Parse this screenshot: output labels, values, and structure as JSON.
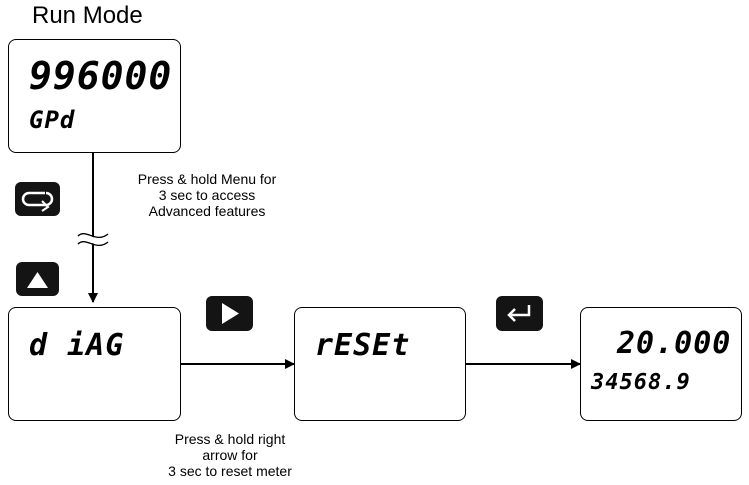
{
  "run_mode": {
    "title": "Run Mode",
    "top": "996000",
    "bottom": "GPd"
  },
  "diag": {
    "display": "d iAG"
  },
  "reset": {
    "display": "rESEt"
  },
  "result": {
    "top": "20.000",
    "bottom": "34568.9"
  },
  "notes": {
    "menu_hold": [
      "Press & hold Menu  for",
      "3 sec to access",
      "Advanced features"
    ],
    "right_hold": [
      "Press & hold right",
      "arrow for",
      "3 sec to reset meter"
    ]
  },
  "icons": {
    "menu": "menu-cycle-icon",
    "up": "up-arrow-icon",
    "right": "right-arrow-icon",
    "enter": "enter-icon"
  }
}
